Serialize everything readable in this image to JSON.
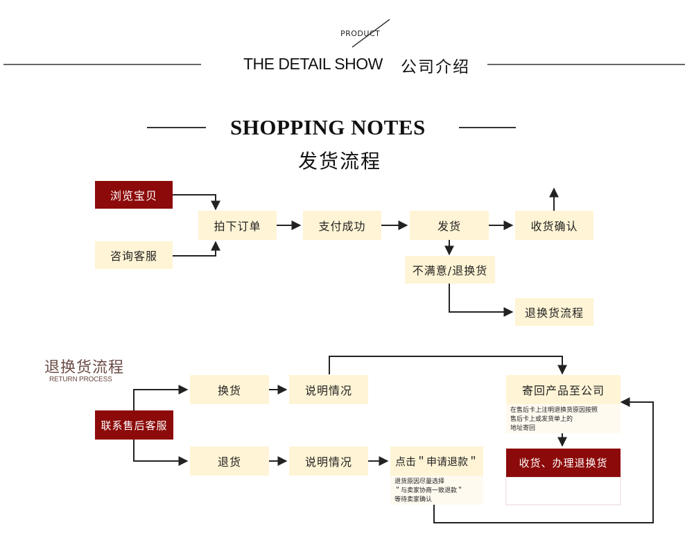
{
  "header": {
    "product": "PRODUCT",
    "detail_show": "THE DETAIL SHOW",
    "company_intro": "公司介绍"
  },
  "section": {
    "title": "SHOPPING NOTES",
    "subtitle": "发货流程"
  },
  "shipping_flow": {
    "browse": "浏览宝贝",
    "consult": "咨询客服",
    "place_order": "拍下订单",
    "payment_success": "支付成功",
    "ship": "发货",
    "confirm_receipt": "收货确认",
    "unsatisfied": "不满意/退换货",
    "return_flow": "退换货流程"
  },
  "return_section": {
    "title": "退换货流程",
    "subtitle": "RETURN PROCESS",
    "contact_service": "联系售后客服",
    "exchange": "换货",
    "explain_1": "说明情况",
    "refund": "退货",
    "explain_2": "说明情况",
    "apply_refund": "点击＂申请退款＂",
    "apply_refund_note": "退货原因尽量选择\n＂与卖家协商一致退款＂\n等待卖家确认",
    "send_back": "寄回产品至公司",
    "send_back_note": "在售后卡上注明退换货原因按照\n售后卡上或发货单上的\n地址寄回",
    "receive_process": "收货、办理退换货"
  },
  "colors": {
    "box_fill": "#fff4d5",
    "accent_red": "#8c0a0a",
    "line": "#222222",
    "return_title": "#6a4a44"
  }
}
